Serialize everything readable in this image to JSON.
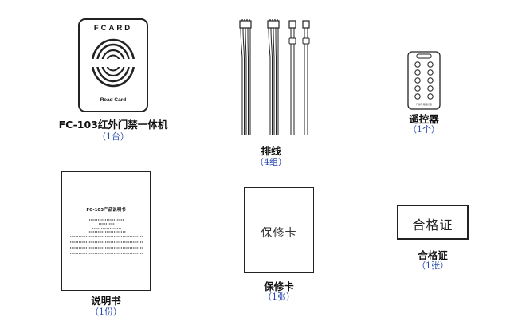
{
  "items": [
    {
      "name": "FC-103红外门禁一体机",
      "qty": "（1台）",
      "card_brand": "FCARD",
      "card_label": "Read Card"
    },
    {
      "name": "排线",
      "qty": "（4组）"
    },
    {
      "name": "遥控器",
      "qty": "（1个）",
      "remote_caption": "门禁专用遥控器"
    },
    {
      "name": "说明书",
      "qty": "（1份）",
      "doc_title": "FC-103产品说明书"
    },
    {
      "name": "保修卡",
      "qty": "（1张）",
      "doc_title": "保修卡"
    },
    {
      "name": "合格证",
      "qty": "（1张）",
      "doc_title": "合格证"
    }
  ]
}
